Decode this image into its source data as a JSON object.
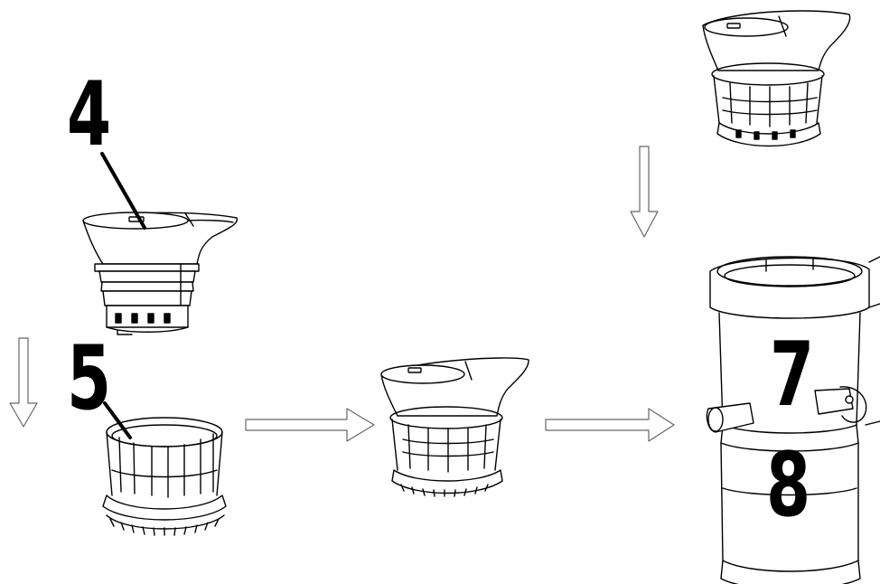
{
  "callouts": {
    "step4": "4",
    "step5": "5",
    "step7": "7",
    "step8": "8"
  },
  "parts": [
    "juicing-screen",
    "rotating-brush",
    "assembled-screen-and-brush",
    "juicing-bowl"
  ],
  "colors": {
    "line": "#000000",
    "fill": "#ffffff",
    "arrow": "#666666"
  }
}
